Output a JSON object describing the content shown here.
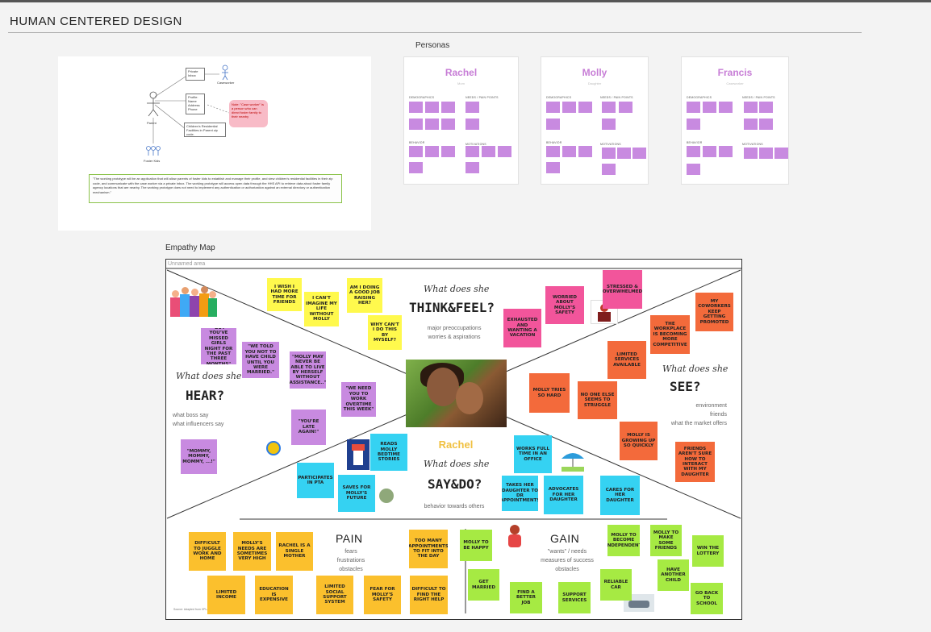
{
  "board": {
    "title": "HUMAN CENTERED DESIGN"
  },
  "sections": {
    "personas": "Personas",
    "empathy_map": "Empathy Map",
    "unnamed_area": "Unnamed area"
  },
  "diagram": {
    "private_inbox": "Private Inbox",
    "caseworker": "Caseworker",
    "profile": "Profile: Name Address Phone",
    "parent": "Parent",
    "facilities": "Children's Residential Facilities in Parent zip code.",
    "foster_kids": "Foster Kids",
    "pink_note": "Note: \"Case worker\" is a person who can direct foster family to their nearby",
    "caption": "\"The working prototype will be an application that will allow parents of foster kids to establish and manage their profile, and view children's residential facilities in their zip code, and communicate with the case worker via a private inbox. The working prototype will access open data through the HHS API to retrieve data about foster family agency locations that are nearby. The working prototype does not need to implement any authentication or authorization against an external directory or authentication mechanism.\""
  },
  "personas": [
    {
      "name": "Rachel",
      "subtitle": "Mom",
      "sections": {
        "demographics": "DEMOGRAPHICS",
        "needs": "NEEDS / PAIN POINTS",
        "behavior": "BEHAVIOR",
        "motivations": "MOTIVATIONS"
      }
    },
    {
      "name": "Molly",
      "subtitle": "Daughter",
      "sections": {
        "demographics": "DEMOGRAPHICS",
        "needs": "NEEDS / PAIN POINTS",
        "behavior": "BEHAVIOR",
        "motivations": "MOTIVATIONS"
      }
    },
    {
      "name": "Francis",
      "subtitle": "Caseworker",
      "sections": {
        "demographics": "DEMOGRAPHICS",
        "needs": "NEEDS / PAIN POINTS",
        "behavior": "BEHAVIOR",
        "motivations": "MOTIVATIONS"
      }
    }
  ],
  "empathy": {
    "think": {
      "head": "What does she",
      "big": "THINK&FEEL?",
      "sub1": "major preoccupations",
      "sub2": "worries & aspirations"
    },
    "hear": {
      "head": "What does she",
      "big": "HEAR?",
      "sub1": "what boss say",
      "sub2": "what influencers say"
    },
    "see": {
      "head": "What does she",
      "big": "SEE?",
      "sub1": "environment",
      "sub2": "friends",
      "sub3": "what the market offers"
    },
    "say": {
      "head": "What does she",
      "big": "SAY&DO?",
      "sub1": "behavior towards others"
    },
    "center_name": "Rachel",
    "pain": {
      "title": "PAIN",
      "sub1": "fears",
      "sub2": "frustrations",
      "sub3": "obstacles"
    },
    "gain": {
      "title": "GAIN",
      "sub1": "\"wants\" / needs",
      "sub2": "measures of success",
      "sub3": "obstacles"
    },
    "source": "Source: Adapted from XPLANE",
    "notes": {
      "think": [
        "I wish I had more time for friends",
        "I can't imagine my life without Molly",
        "Am I doing a good job raising her?",
        "Why can't I do this by myself?",
        "Exhausted and wanting a vacation",
        "Worried about Molly's safety",
        "Stressed & overwhelmed"
      ],
      "hear": [
        "\"But you've missed girls night for the past three months\"",
        "\"We told you not to have child until you were married.\"",
        "\"Molly may never be able to live by herself without assistance..\"",
        "\"We need you to work overtime this week\"",
        "\"You're late again!\"",
        "\"Mommy, mommy, mommy, ...!\""
      ],
      "see": [
        "My coworkers keep getting promoted",
        "The workplace is becoming more competitive",
        "Limited services available",
        "Molly tries so hard",
        "No one else seems to struggle",
        "Molly is growing up so quickly",
        "Friends aren't sure how to interact with my daughter"
      ],
      "say": [
        "Reads Molly bedtime stories",
        "Participates in PTA",
        "Saves for Molly's future",
        "Works full time in an office",
        "Takes her daughter to Dr appointments",
        "Advocates for her daughter",
        "Cares for her daughter"
      ],
      "pain": [
        "Difficult to juggle work and home",
        "Molly's needs are sometimes very high",
        "Rachel is a single mother",
        "Too many appointments to fit into the day",
        "Limited income",
        "Education is expensive",
        "Limited social support system",
        "Fear for Molly's safety",
        "Difficult to find the right help"
      ],
      "gain": [
        "Molly to be happy",
        "Get married",
        "Find a better job",
        "Support services",
        "Reliable car",
        "Molly to become independent",
        "Molly to make some friends",
        "Win the lottery",
        "Have another child",
        "Go back to school"
      ]
    }
  },
  "colors": {
    "persona_name": "#c77dd6",
    "center_name": "#f0c040"
  }
}
